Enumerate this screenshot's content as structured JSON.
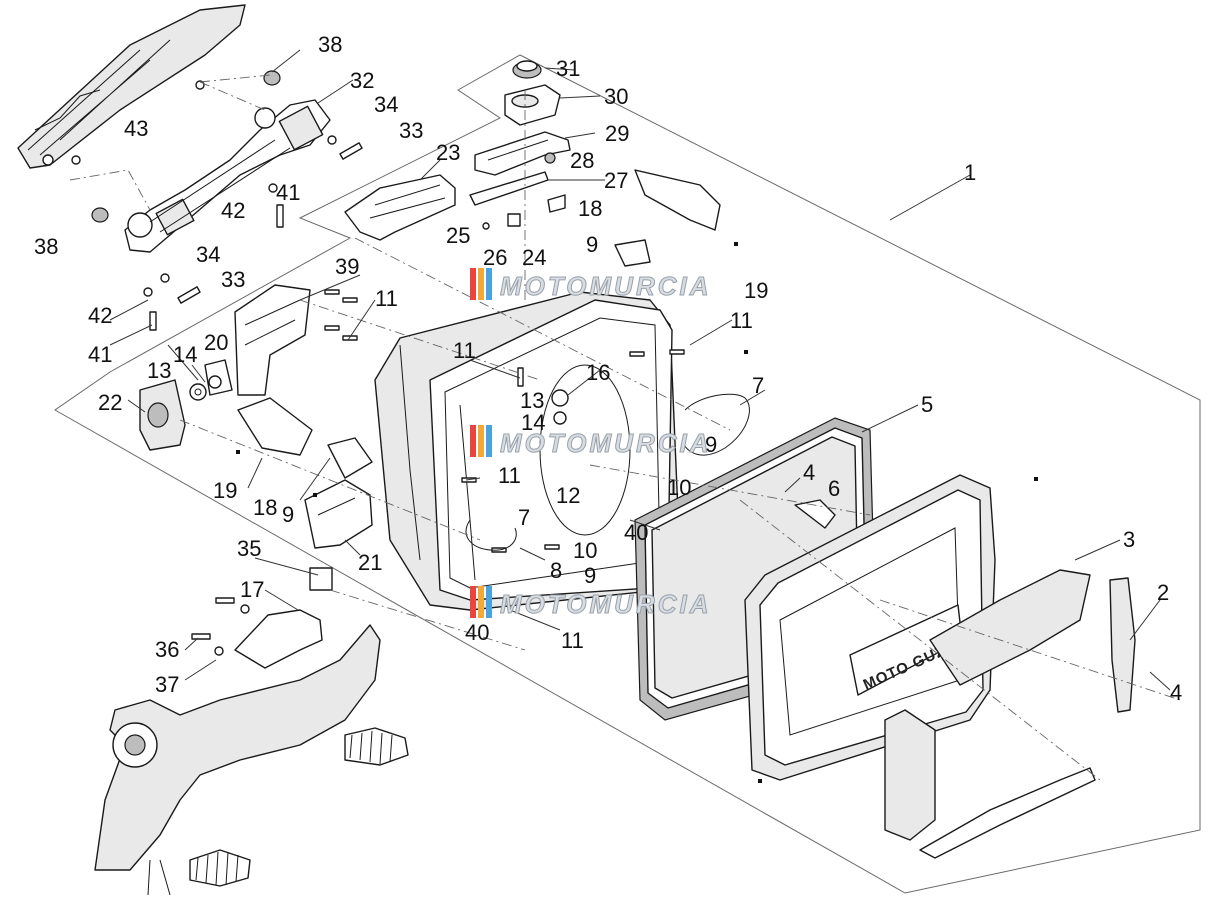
{
  "watermark": {
    "text": "MOTOMURCIA",
    "stripe_colors": [
      "#e8473f",
      "#f2a93b",
      "#4aa3df"
    ]
  },
  "case_logo": "MOTO GUZZI",
  "callouts": {
    "n1": "1",
    "n2": "2",
    "n3": "3",
    "n4a": "4",
    "n4b": "4",
    "n5": "5",
    "n6": "6",
    "n7a": "7",
    "n7b": "7",
    "n8": "8",
    "n9a": "9",
    "n9b": "9",
    "n9c": "9",
    "n9d": "9",
    "n10a": "10",
    "n10b": "10",
    "n11a": "11",
    "n11b": "11",
    "n11c": "11",
    "n11d": "11",
    "n11e": "11",
    "n12": "12",
    "n13a": "13",
    "n13b": "13",
    "n14a": "14",
    "n14b": "14",
    "n16": "16",
    "n17": "17",
    "n18a": "18",
    "n18b": "18",
    "n19a": "19",
    "n19b": "19",
    "n20": "20",
    "n21": "21",
    "n22": "22",
    "n23": "23",
    "n24": "24",
    "n25": "25",
    "n26": "26",
    "n27": "27",
    "n28": "28",
    "n29": "29",
    "n30": "30",
    "n31": "31",
    "n32": "32",
    "n33a": "33",
    "n33b": "33",
    "n34a": "34",
    "n34b": "34",
    "n35": "35",
    "n36": "36",
    "n37": "37",
    "n38a": "38",
    "n38b": "38",
    "n39": "39",
    "n40a": "40",
    "n40b": "40",
    "n41a": "41",
    "n41b": "41",
    "n42a": "42",
    "n42b": "42",
    "n43": "43"
  }
}
